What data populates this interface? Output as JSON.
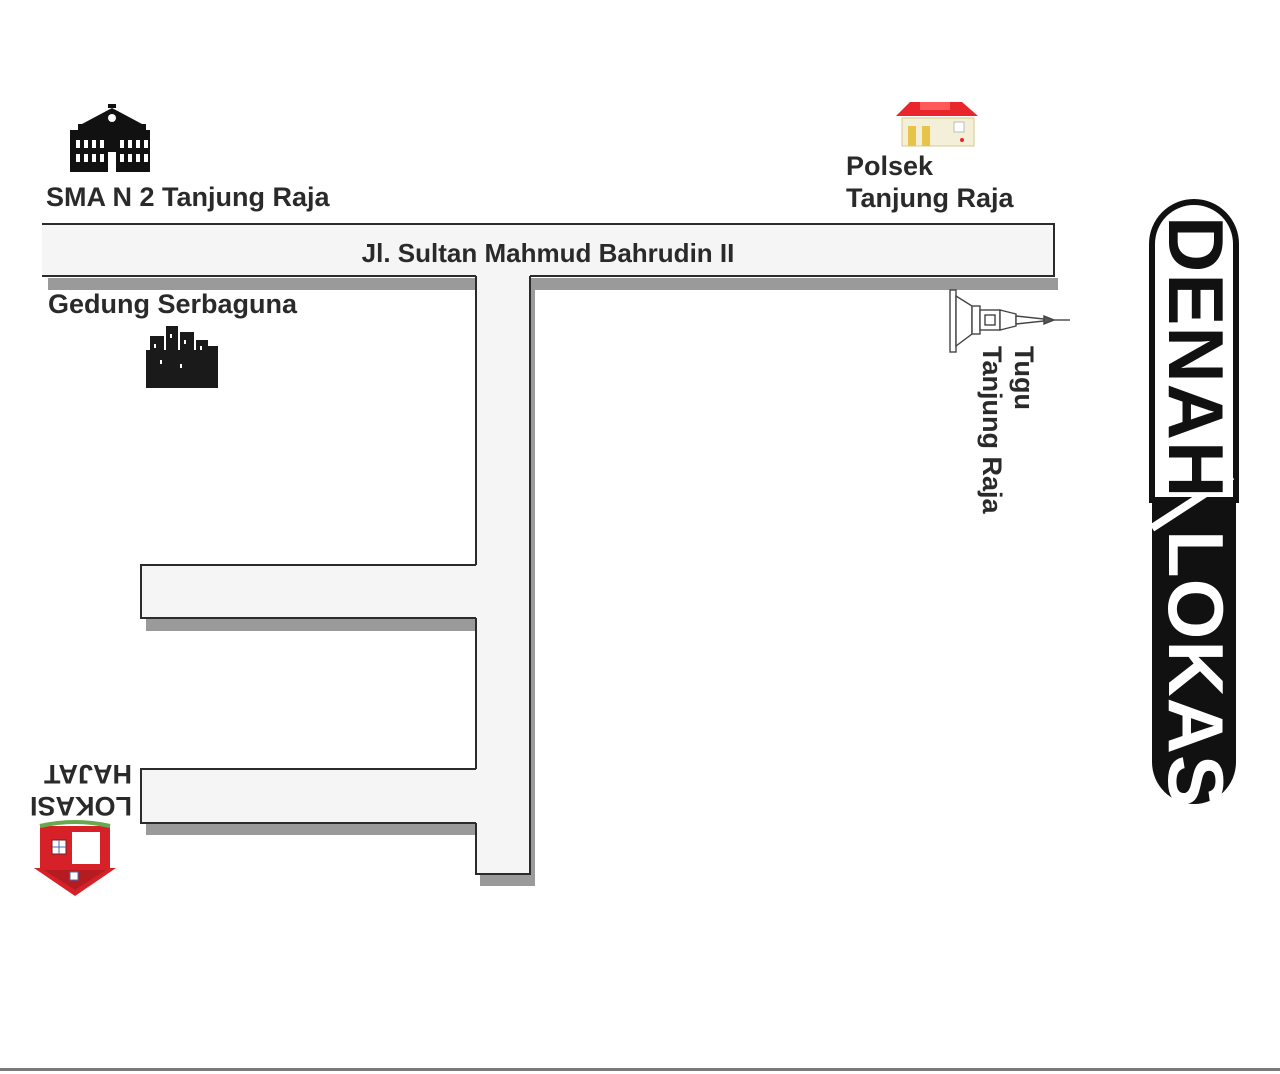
{
  "title": {
    "part1": "DENAH",
    "part2": "LOKASI"
  },
  "road": {
    "name": "Jl. Sultan Mahmud Bahrudin II"
  },
  "landmarks": {
    "school": {
      "label": "SMA N 2 Tanjung Raja",
      "icon": "school-building-icon"
    },
    "police": {
      "line1": "Polsek",
      "line2": "Tanjung Raja",
      "icon": "police-station-icon"
    },
    "hall": {
      "label": "Gedung Serbaguna",
      "icon": "city-buildings-icon"
    },
    "monument": {
      "line1": "Tugu",
      "line2": "Tanjung Raja",
      "icon": "monument-icon"
    },
    "destination": {
      "line1": "LOKASI",
      "line2": "HAJAT",
      "icon": "house-icon"
    }
  },
  "colors": {
    "road_fill": "#f5f5f5",
    "road_border": "#2b2b2b",
    "road_shadow": "#9a9a9a",
    "police_roof": "#e8262c",
    "house_red": "#d62128",
    "title_black": "#111111"
  }
}
